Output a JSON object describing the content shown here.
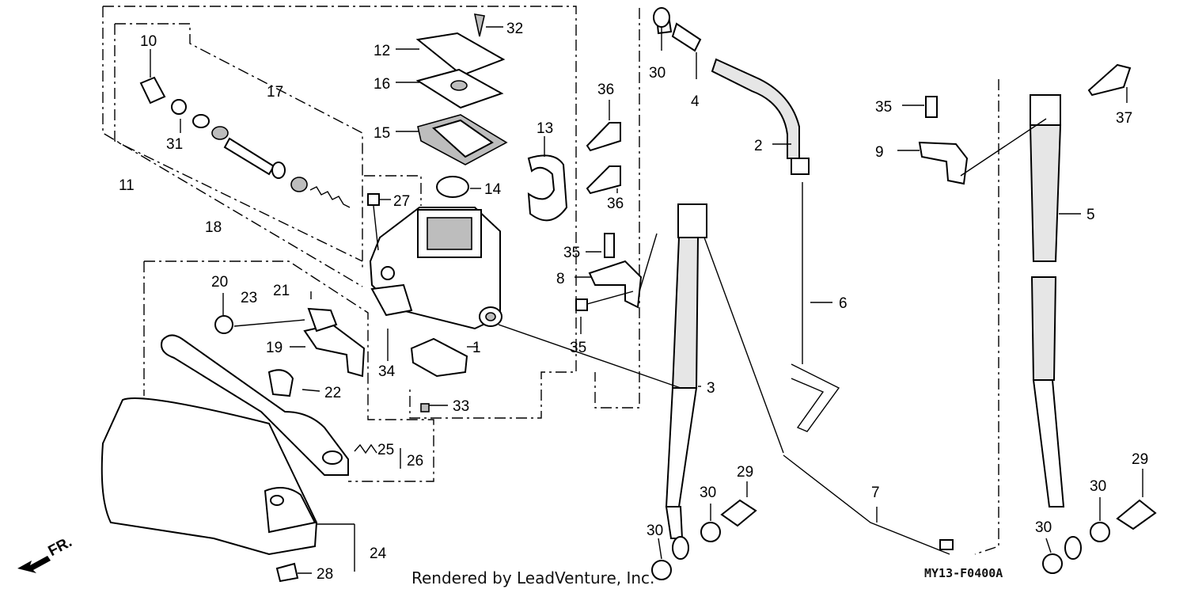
{
  "diagram": {
    "parts": [
      {
        "ref": "1",
        "label": "1"
      },
      {
        "ref": "2",
        "label": "2"
      },
      {
        "ref": "3",
        "label": "3"
      },
      {
        "ref": "4",
        "label": "4"
      },
      {
        "ref": "5",
        "label": "5"
      },
      {
        "ref": "6",
        "label": "6"
      },
      {
        "ref": "7",
        "label": "7"
      },
      {
        "ref": "8",
        "label": "8"
      },
      {
        "ref": "9",
        "label": "9"
      },
      {
        "ref": "10",
        "label": "10"
      },
      {
        "ref": "11",
        "label": "11"
      },
      {
        "ref": "12",
        "label": "12"
      },
      {
        "ref": "13",
        "label": "13"
      },
      {
        "ref": "14",
        "label": "14"
      },
      {
        "ref": "15",
        "label": "15"
      },
      {
        "ref": "16",
        "label": "16"
      },
      {
        "ref": "17",
        "label": "17"
      },
      {
        "ref": "18",
        "label": "18"
      },
      {
        "ref": "19",
        "label": "19"
      },
      {
        "ref": "20",
        "label": "20"
      },
      {
        "ref": "21",
        "label": "21"
      },
      {
        "ref": "22",
        "label": "22"
      },
      {
        "ref": "23",
        "label": "23"
      },
      {
        "ref": "24",
        "label": "24"
      },
      {
        "ref": "25",
        "label": "25"
      },
      {
        "ref": "26",
        "label": "26"
      },
      {
        "ref": "27",
        "label": "27"
      },
      {
        "ref": "28",
        "label": "28"
      },
      {
        "ref": "29",
        "label": "29"
      },
      {
        "ref": "30",
        "label": "30"
      },
      {
        "ref": "31",
        "label": "31"
      },
      {
        "ref": "32",
        "label": "32"
      },
      {
        "ref": "33",
        "label": "33"
      },
      {
        "ref": "34",
        "label": "34"
      },
      {
        "ref": "35",
        "label": "35"
      },
      {
        "ref": "36",
        "label": "36"
      },
      {
        "ref": "37",
        "label": "37"
      }
    ],
    "credit": "Rendered by LeadVenture, Inc.",
    "diagram_code": "MY13-F0400A",
    "direction_label": "FR."
  }
}
